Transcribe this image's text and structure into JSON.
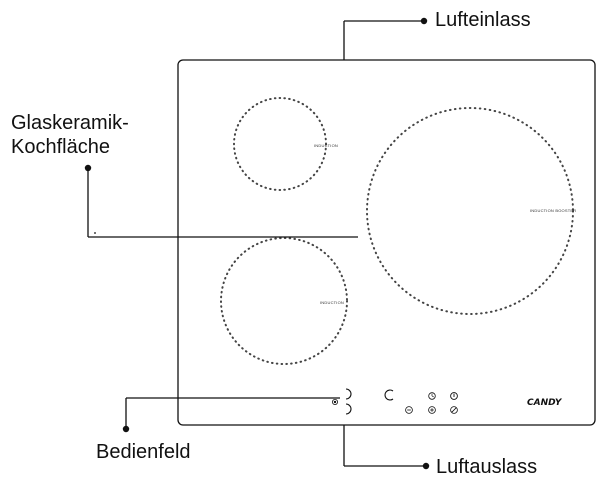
{
  "callouts": {
    "air_inlet": "Lufteinlass",
    "glass_surface_line1": "Glaskeramik-",
    "glass_surface_line2": "Kochfläche",
    "control_panel": "Bedienfeld",
    "air_outlet": "Luftauslass"
  },
  "zones": {
    "top_left": "INDUCTION",
    "bottom_left": "INDUCTION",
    "right": "INDUCTION BOOSTER"
  },
  "brand": "CANDY",
  "icons": {
    "power": "power-icon",
    "timer": "timer-icon",
    "minus": "minus-icon",
    "plus": "plus-icon",
    "lock": "lock-icon",
    "slider": "slider-icon",
    "zone_select": "zone-select-icon"
  },
  "colors": {
    "line": "#111111",
    "dots": "#444444"
  }
}
